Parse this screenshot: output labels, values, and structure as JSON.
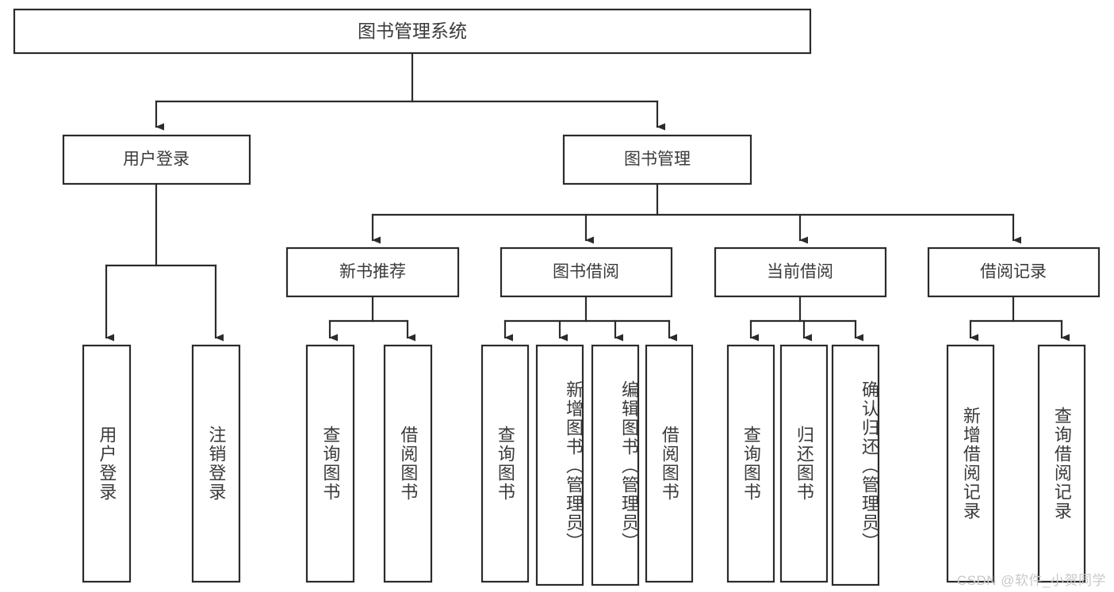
{
  "diagram": {
    "title_node": {
      "label": "图书管理系统"
    },
    "level2": [
      {
        "label": "用户登录"
      },
      {
        "label": "图书管理"
      }
    ],
    "level3": [
      {
        "label": "新书推荐"
      },
      {
        "label": "图书借阅"
      },
      {
        "label": "当前借阅"
      },
      {
        "label": "借阅记录"
      }
    ],
    "leaves": {
      "user_login": [
        {
          "label": "用户登录"
        },
        {
          "label": "注销登录"
        }
      ],
      "new_book_rec": [
        {
          "label": "查询图书"
        },
        {
          "label": "借阅图书"
        }
      ],
      "book_borrow": [
        {
          "label": "查询图书"
        },
        {
          "label": "新增图书（管理员）"
        },
        {
          "label": "编辑图书（管理员）"
        },
        {
          "label": "借阅图书"
        }
      ],
      "current_borrow": [
        {
          "label": "查询图书"
        },
        {
          "label": "归还图书"
        },
        {
          "label": "确认归还（管理员）"
        }
      ],
      "borrow_record": [
        {
          "label": "新增借阅记录"
        },
        {
          "label": "查询借阅记录"
        }
      ]
    }
  },
  "watermark": {
    "text": "CSDN @软件_小贺同学"
  },
  "colors": {
    "stroke": "#2b2b2b",
    "text": "#3a3a3a",
    "background": "#ffffff",
    "watermark": "#c9c9c9"
  }
}
